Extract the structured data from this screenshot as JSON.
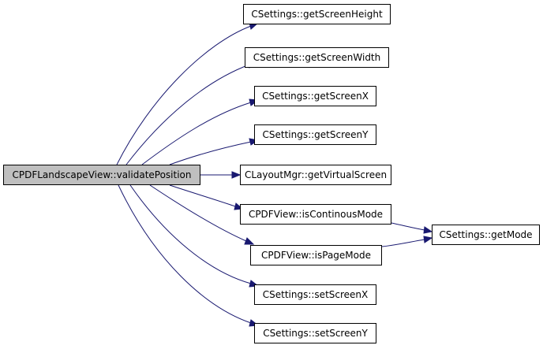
{
  "graph": {
    "root": {
      "label": "CPDFLandscapeView::validatePosition"
    },
    "callees": [
      {
        "id": "getScreenHeight",
        "label": "CSettings::getScreenHeight"
      },
      {
        "id": "getScreenWidth",
        "label": "CSettings::getScreenWidth"
      },
      {
        "id": "getScreenX",
        "label": "CSettings::getScreenX"
      },
      {
        "id": "getScreenY",
        "label": "CSettings::getScreenY"
      },
      {
        "id": "getVirtualScreen",
        "label": "CLayoutMgr::getVirtualScreen"
      },
      {
        "id": "isContinousMode",
        "label": "CPDFView::isContinousMode"
      },
      {
        "id": "isPageMode",
        "label": "CPDFView::isPageMode"
      },
      {
        "id": "setScreenX",
        "label": "CSettings::setScreenX"
      },
      {
        "id": "setScreenY",
        "label": "CSettings::setScreenY"
      }
    ],
    "secondary": {
      "id": "getMode",
      "label": "CSettings::getMode"
    },
    "colors": {
      "edge": "#191970",
      "root_fill": "#bfbfbf",
      "node_fill": "#ffffff",
      "node_border": "#000000"
    }
  }
}
